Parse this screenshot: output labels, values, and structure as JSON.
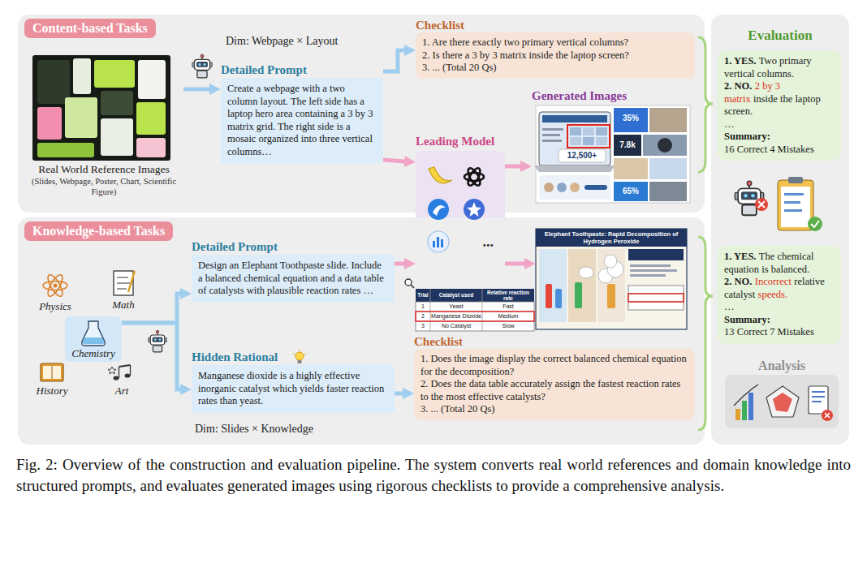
{
  "diagram": {
    "caption": "Fig. 2: Overview of the construction and evaluation pipeline. The system converts real world references and domain knowledge into structured prompts, and evaluates generated images using rigorous checklists to provide a comprehensive analysis.",
    "nodes": [
      {
        "text": [
          "Content-based Tasks"
        ]
      },
      {
        "text": [
          "Real World Reference Images",
          "(Slides, Webpage, Poster, Chart, Scientific Figure)"
        ],
        "in": 0
      },
      {
        "text": [
          "Detailed Prompt",
          "Create a webpage with a two column layout. The left side has a laptop hero area containing a 3 by 3 matrix grid. The right side is a mosaic organized into three vertical columns…"
        ],
        "in": 0
      },
      {
        "text": [
          "Checklist",
          "1. Are there exactly two primary vertical columns?",
          "2. Is there a 3 by 3 matrix inside the laptop screen?",
          "3. ... (Total 20 Qs)"
        ],
        "in": 0
      },
      {
        "text": [
          "Generated Images"
        ],
        "in": 0
      },
      {
        "text": [
          "Leading Model",
          "..."
        ]
      },
      {
        "text": [
          "Knowledge-based Tasks"
        ]
      },
      {
        "text": [
          "Chemistry"
        ],
        "in": 6
      },
      {
        "text": [
          "Detailed Prompt",
          "Design an Elephant Toothpaste slide. Include a balanced chemical equation and a data table of catalysts with plausible reaction rates …"
        ],
        "in": 6
      },
      {
        "text": [
          "Hidden Rational",
          "Manganese dioxide is a highly effective inorganic catalyst which yields faster reaction rates than yeast."
        ],
        "in": 6
      },
      {
        "text": [
          "Elephant Toothpaste: Rapid Decomposition of Hydrogen Peroxide"
        ],
        "in": 6
      },
      {
        "text": [
          "Checklist",
          "1. Does the image display the correct balanced chemical equation for the decomposition?",
          "2. Does the data table accurately assign the fastest reaction rates to the most effective catalysts?",
          "3. ... (Total 20 Qs)"
        ],
        "in": 6
      },
      {
        "text": [
          "Evaluation"
        ]
      },
      {
        "text": [
          "1. YES.",
          "Two primary vertical columns.",
          "2. NO.",
          "2 by 3 matrix",
          "inside the laptop screen.",
          "…",
          "Summary:",
          "16 Correct 4 Mistakes"
        ],
        "in": 12
      },
      {
        "text": [
          "1. YES.",
          "The chemical equation is balanced.",
          "2. NO.",
          "Incorrect",
          "relative catalyst",
          "speeds.",
          "…",
          "Summary:",
          "13 Correct 7 Mistakes"
        ],
        "in": 12
      },
      {
        "text": [
          "Analysis"
        ],
        "in": 12
      }
    ],
    "edges": [
      {
        "from": 1,
        "to": 2,
        "arrow": "to"
      },
      {
        "from": 2,
        "to": 3,
        "arrow": "to"
      },
      {
        "from": 2,
        "to": 5,
        "arrow": "to"
      },
      {
        "from": 5,
        "to": 4,
        "arrow": "to"
      },
      {
        "from": 7,
        "to": 8,
        "arrow": "to"
      },
      {
        "from": 7,
        "to": 9,
        "arrow": "to"
      },
      {
        "from": 8,
        "to": 5,
        "arrow": "to"
      },
      {
        "from": 5,
        "to": 10,
        "arrow": "to"
      },
      {
        "from": 9,
        "to": 11,
        "arrow": "to"
      }
    ],
    "labels": [
      "Dim: Webpage × Layout",
      "35%",
      "7.8k",
      "12,500+",
      "65%",
      "Physics",
      "Math",
      "History",
      "Art",
      "Dim: Slides × Knowledge",
      "Trial",
      "Catalyst used",
      "Relative reaction rate",
      "1",
      "Yeast",
      "Fast",
      "2",
      "Manganese Dioxide",
      "Medium",
      "3",
      "No Catalyst",
      "Slow"
    ]
  }
}
